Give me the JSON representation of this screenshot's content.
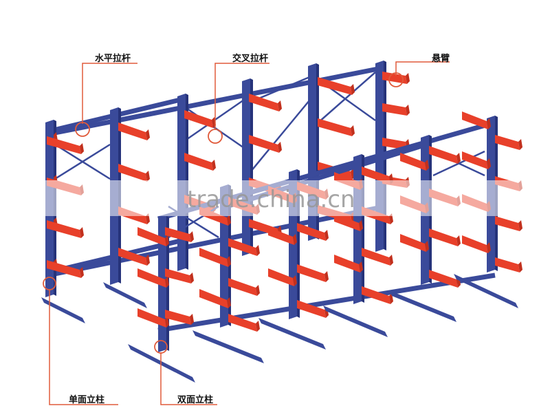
{
  "labels": {
    "horizontal_tie": "水平拉杆",
    "cross_brace": "交叉拉杆",
    "cantilever_arm": "悬臂",
    "single_sided_column": "单面立柱",
    "double_sided_column": "双面立柱"
  },
  "watermark": "trade.china.cn",
  "colors": {
    "column": "#3a4a9a",
    "column_dark": "#26337a",
    "arm": "#e8402a",
    "leader": "#e05a3a",
    "brace": "#3a4a9a"
  }
}
